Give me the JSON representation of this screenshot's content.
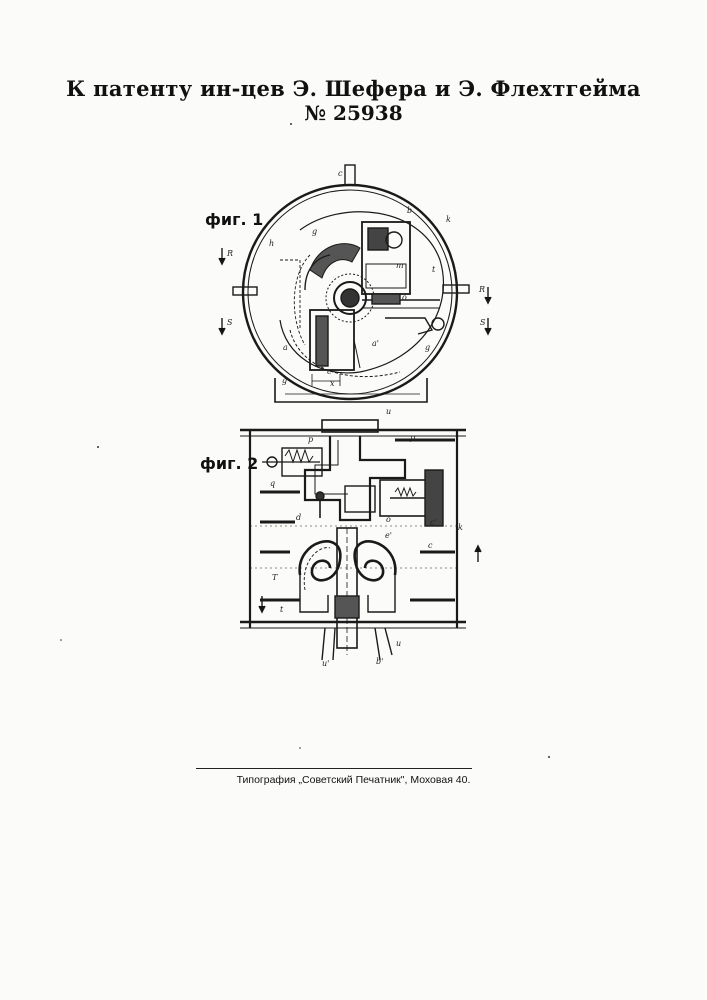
{
  "header": {
    "title": "К патенту ин-цев Э. Шефера и Э. Флехтгейма",
    "patent_number": "№ 25938"
  },
  "figures": {
    "fig1_label": "фиг. 1",
    "fig2_label": "фиг. 2"
  },
  "footer": {
    "printer": "Типография „Советский Печатник\", Моховая 40."
  }
}
